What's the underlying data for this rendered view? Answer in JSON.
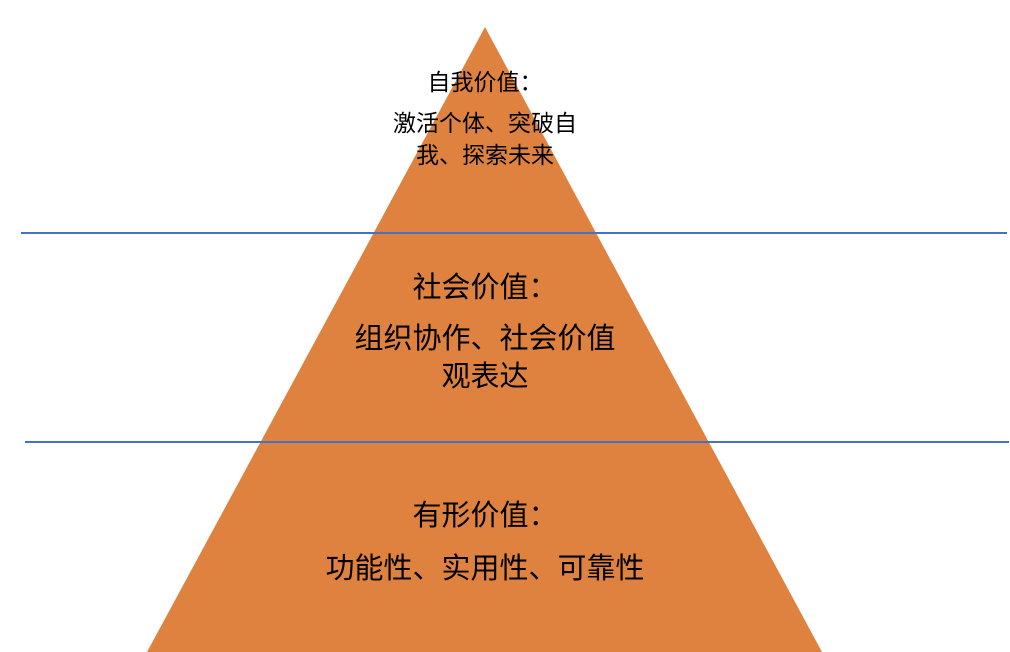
{
  "diagram": {
    "type": "pyramid",
    "fill_color": "#e0823f",
    "divider_color": "#4472c4",
    "tiers": [
      {
        "level": "top",
        "title": "自我价值：",
        "desc_line1": "激活个体、突破自",
        "desc_line2": "我、探索未来"
      },
      {
        "level": "middle",
        "title": "社会价值：",
        "desc_line1": "组织协作、社会价值",
        "desc_line2": "观表达"
      },
      {
        "level": "bottom",
        "title": "有形价值：",
        "desc_line1": "功能性、实用性、可靠性"
      }
    ]
  }
}
